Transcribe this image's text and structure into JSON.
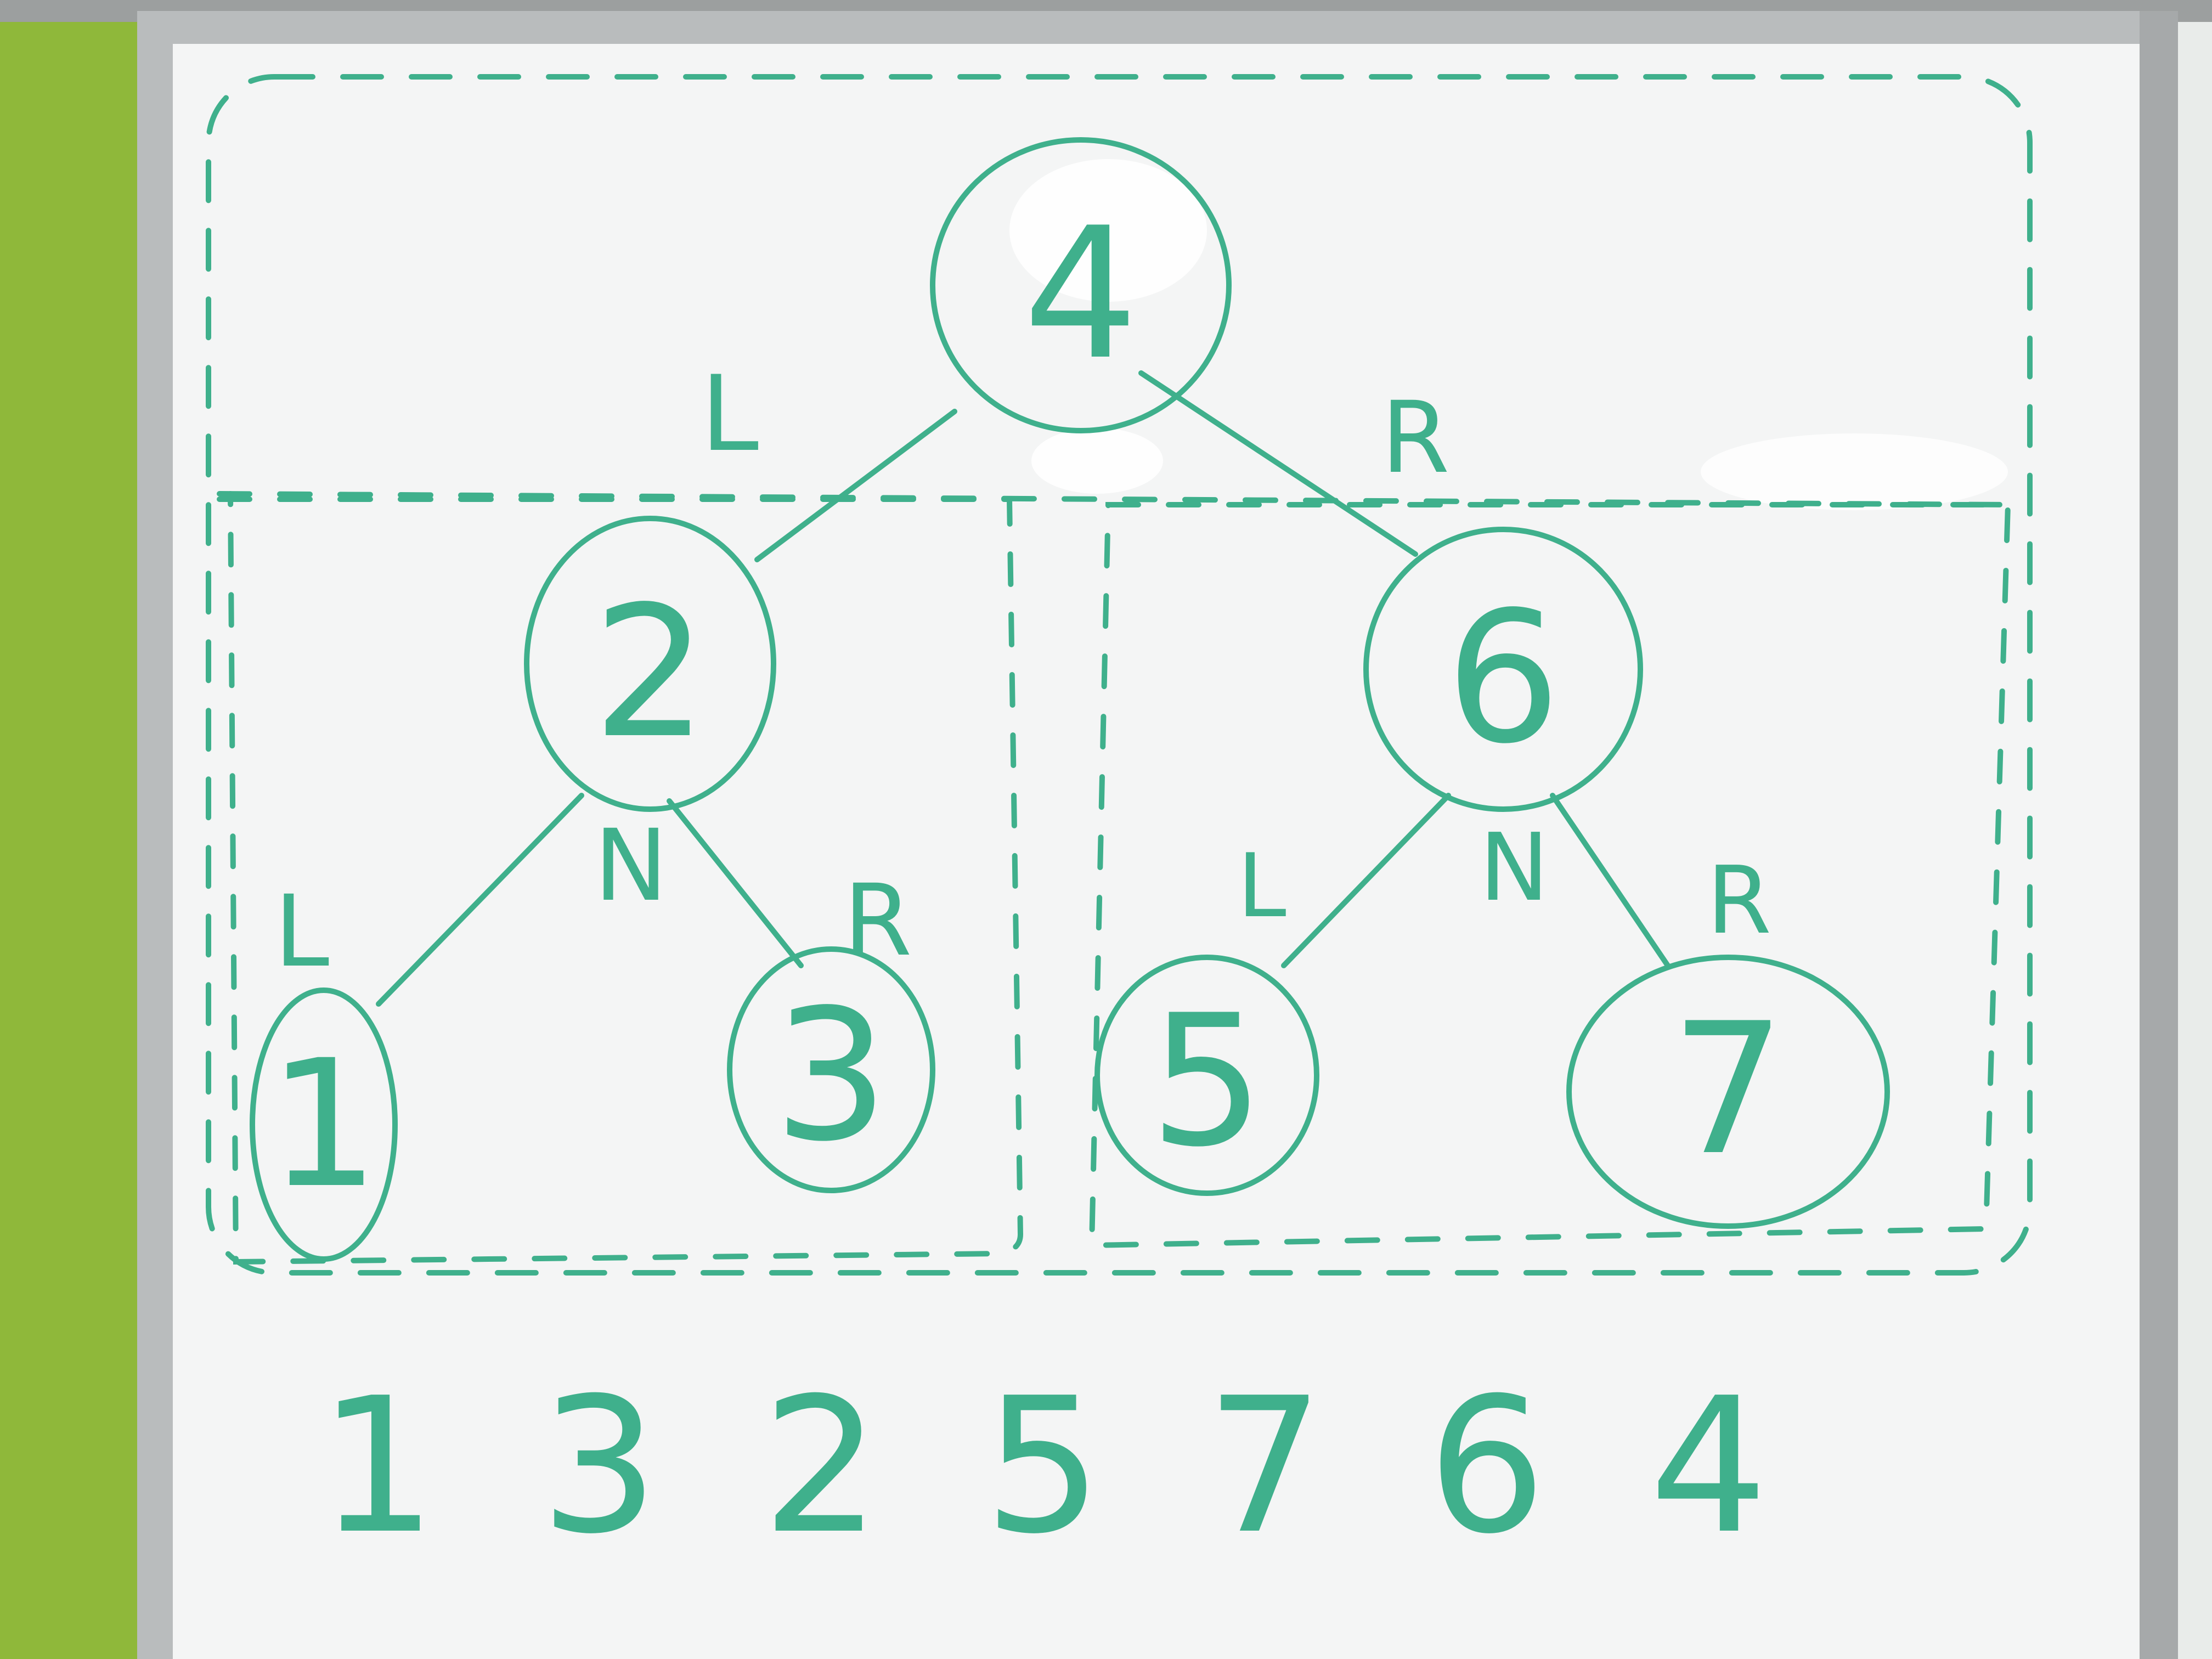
{
  "colors": {
    "wall": "#8fb83a",
    "board": "#f4f5f5",
    "frame": "#b9bcbd",
    "ink": "#3fb08c"
  },
  "tree": {
    "root": "4",
    "left_child": "2",
    "right_child": "6",
    "leaf_1": "1",
    "leaf_3": "3",
    "leaf_5": "5",
    "leaf_7": "7"
  },
  "edge_labels": {
    "root_left": "L",
    "root_right": "R",
    "node2_left": "L",
    "node2_mid": "N",
    "node2_right": "R",
    "node6_left": "L",
    "node6_mid": "N",
    "node6_right": "R"
  },
  "traversal": {
    "sequence": "1 3 2 5 7 6 4"
  }
}
